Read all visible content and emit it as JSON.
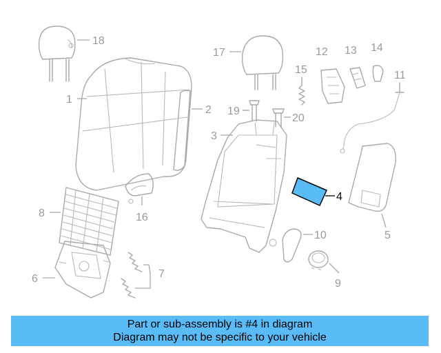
{
  "callouts": {
    "c1": "1",
    "c2": "2",
    "c3": "3",
    "c4": "4",
    "c5": "5",
    "c6": "6",
    "c7": "7",
    "c8": "8",
    "c9": "9",
    "c10": "10",
    "c11": "11",
    "c12": "12",
    "c13": "13",
    "c14": "14",
    "c15": "15",
    "c16": "16",
    "c17": "17",
    "c18": "18",
    "c19": "19",
    "c20": "20"
  },
  "highlight": {
    "part_number": "4",
    "color": "#59bcf6"
  },
  "banner": {
    "line1": "Part or sub-assembly is #4 in diagram",
    "line2": "Diagram may not be specific to your vehicle",
    "color": "#59bcf6"
  }
}
